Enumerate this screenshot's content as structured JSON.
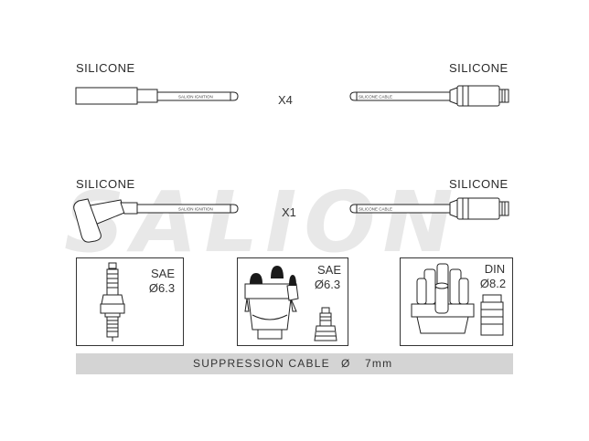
{
  "cables": [
    {
      "left_label": "SILICONE",
      "right_label": "SILICONE",
      "quantity": "X4",
      "left_print": "SALION  IGNITION",
      "right_print": "SILICONE CABLE"
    },
    {
      "left_label": "SILICONE",
      "right_label": "SILICONE",
      "quantity": "X1",
      "left_print": "SALION  IGNITION",
      "right_print": "SILICONE CABLE"
    }
  ],
  "panels": [
    {
      "standard": "SAE",
      "size": "Ø6.3"
    },
    {
      "standard": "SAE",
      "size": "Ø6.3"
    },
    {
      "standard": "DIN",
      "size": "Ø8.2"
    }
  ],
  "footer": {
    "text": "SUPPRESSION CABLE",
    "symbol": "Ø",
    "value": "7mm"
  },
  "watermark": {
    "text": "SALION"
  }
}
